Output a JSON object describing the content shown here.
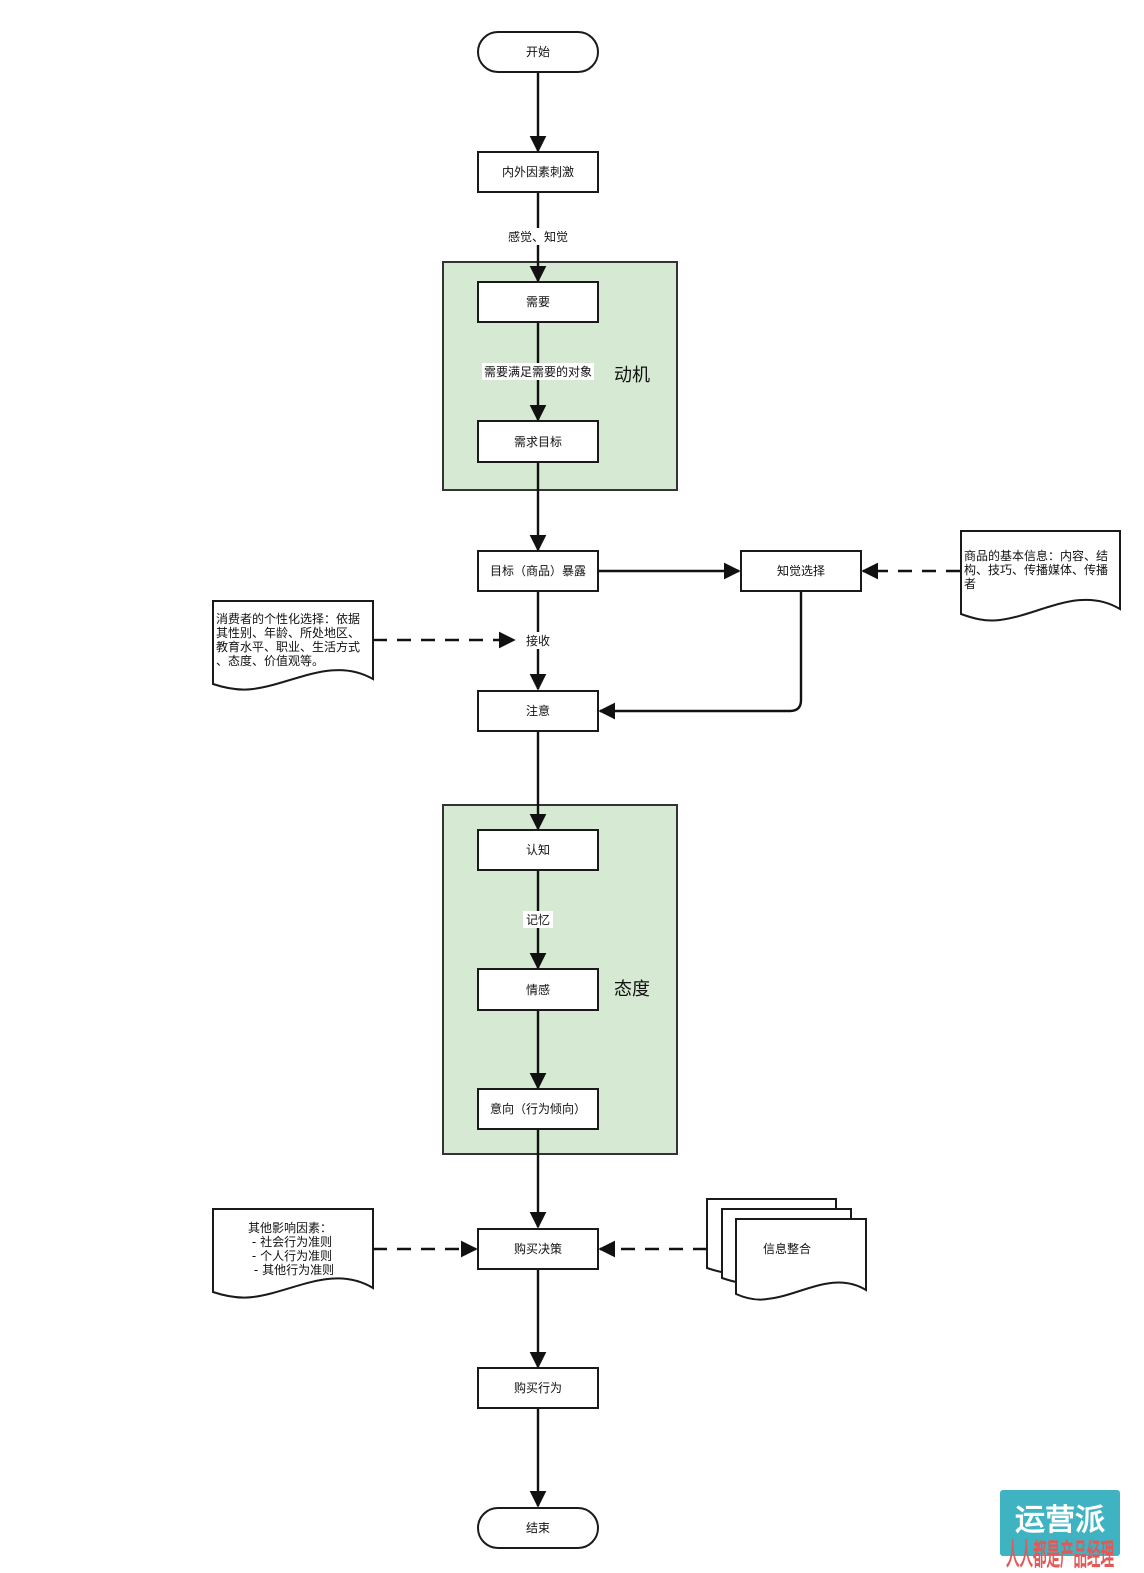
{
  "nodes": {
    "start": "开始",
    "stimulus": "内外因素刺激",
    "need": "需要",
    "demand_goal": "需求目标",
    "exposure": "目标（商品）暴露",
    "perceptual_selection": "知觉选择",
    "receive": "接收",
    "attention": "注意",
    "cognition": "认知",
    "emotion": "情感",
    "intention": "意向（行为倾向）",
    "purchase_decision": "购买决策",
    "purchase_behavior": "购买行为",
    "end": "结束"
  },
  "edge_labels": {
    "perception": "感觉、知觉",
    "need_to_goal": "需要满足需要的对象",
    "memory": "记忆"
  },
  "groups": {
    "motivation": "动机",
    "attitude": "态度"
  },
  "notes": {
    "product_info": [
      "商品的基本信息：内容、结",
      "构、技巧、传播媒体、传播",
      "者"
    ],
    "consumer_choice": [
      "消费者的个性化选择：依据",
      "其性别、年龄、所处地区、",
      "教育水平、职业、生活方式",
      "、态度、价值观等。"
    ],
    "other_factors": [
      "其他影响因素：",
      "- 社会行为准则",
      "- 个人行为准则",
      "- 其他行为准则"
    ],
    "info_integration": "信息整合"
  },
  "watermark": {
    "top": "运营派",
    "bottom": "人人都是产品经理"
  },
  "colors": {
    "group_fill": "#d6e9d3",
    "watermark": "#3fb3c2"
  }
}
